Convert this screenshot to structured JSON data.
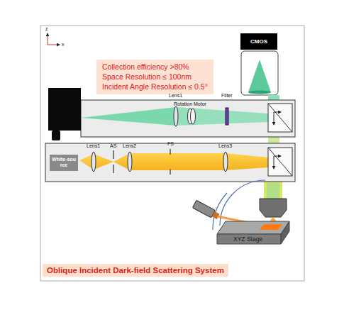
{
  "diagram": {
    "title": "Oblique Incident Dark-field Scattering System",
    "nodes": [
      {
        "text": [
          "CMOS"
        ]
      },
      {
        "text": [
          "Collection efficiency >80%",
          "Space Resolution ≤ 100nm",
          "Incident Angle Resolution ≤ 0.5°"
        ]
      },
      {
        "text": [
          "White-source"
        ]
      },
      {
        "text": [
          "XYZ Stage"
        ]
      }
    ],
    "labels": [
      "z",
      "x",
      "Lens1",
      "Rotation Motor",
      "Filter",
      "Lens1",
      "AS",
      "Lens2",
      "FS",
      "Lens3"
    ]
  }
}
